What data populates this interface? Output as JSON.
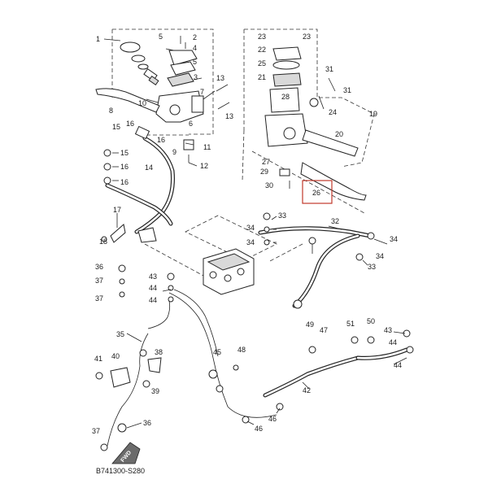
{
  "diagram_code": "B741300-S280",
  "fwd_label": "FWD",
  "callouts": {
    "c1": "1",
    "c2": "2",
    "c3": "3",
    "c4": "4",
    "c5a": "5",
    "c5b": "5",
    "c6": "6",
    "c7": "7",
    "c8": "8",
    "c9": "9",
    "c10": "10",
    "c11": "11",
    "c12": "12",
    "c13a": "13",
    "c13b": "13",
    "c14": "14",
    "c15a": "15",
    "c15b": "15",
    "c16a": "16",
    "c16b": "16",
    "c16c": "16",
    "c16d": "16",
    "c17": "17",
    "c18": "18",
    "c19": "19",
    "c20": "20",
    "c21": "21",
    "c22": "22",
    "c23a": "23",
    "c23b": "23",
    "c24": "24",
    "c25": "25",
    "c26": "26",
    "c27": "27",
    "c28": "28",
    "c29": "29",
    "c30": "30",
    "c31a": "31",
    "c31b": "31",
    "c32": "32",
    "c33a": "33",
    "c33b": "33",
    "c34a": "34",
    "c34b": "34",
    "c34c": "34",
    "c34d": "34",
    "c35": "35",
    "c36a": "36",
    "c36b": "36",
    "c37a": "37",
    "c37b": "37",
    "c37c": "37",
    "c38": "38",
    "c39": "39",
    "c40": "40",
    "c41": "41",
    "c42": "42",
    "c43a": "43",
    "c43b": "43",
    "c44a": "44",
    "c44b": "44",
    "c44c": "44",
    "c45": "45",
    "c46a": "46",
    "c46b": "46",
    "c47": "47",
    "c48": "48",
    "c49": "49",
    "c50": "50",
    "c51": "51"
  },
  "highlight_color": "#c0392b"
}
